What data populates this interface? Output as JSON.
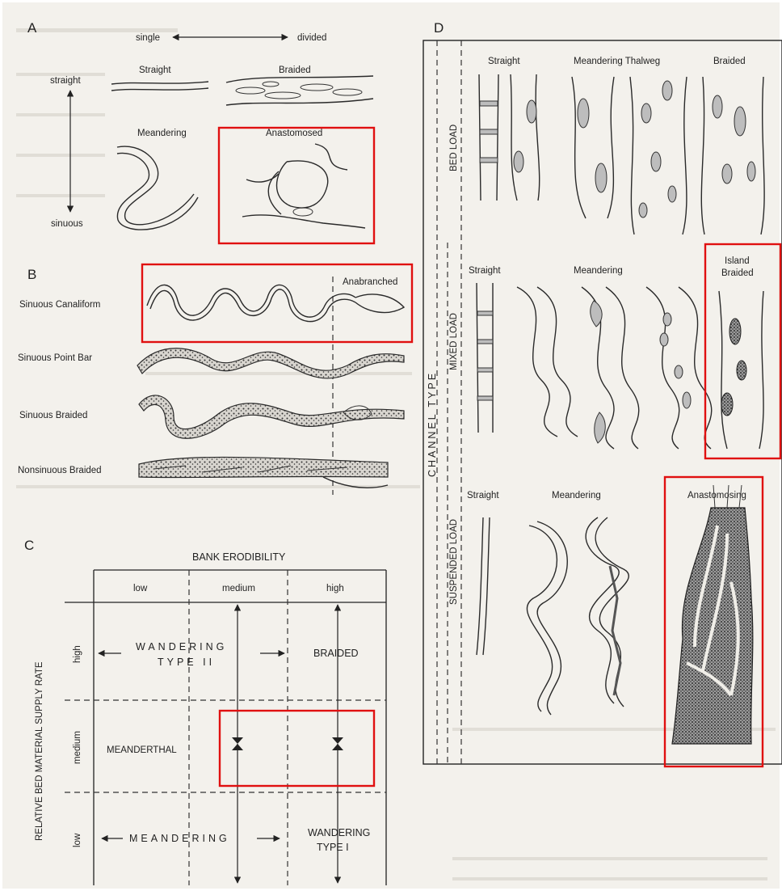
{
  "panels": {
    "a": "A",
    "b": "B",
    "c": "C",
    "d": "D"
  },
  "panel_a": {
    "axis_top_left": "single",
    "axis_top_right": "divided",
    "axis_left_top": "straight",
    "axis_left_bottom": "sinuous",
    "types": [
      "Straight",
      "Braided",
      "Meandering",
      "Anastomosed"
    ]
  },
  "panel_b": {
    "types": [
      "Sinuous Canaliform",
      "Sinuous Point Bar",
      "Sinuous Braided",
      "Nonsinuous Braided"
    ],
    "anabranched": "Anabranched"
  },
  "panel_c": {
    "title": "BANK ERODIBILITY",
    "columns": [
      "low",
      "medium",
      "high"
    ],
    "rows": [
      "high",
      "medium",
      "low"
    ],
    "ylabel": "RELATIVE BED MATERIAL SUPPLY RATE",
    "wandering_2_a": "WANDERING",
    "wandering_2_b": "TYPE II",
    "braided": "BRAIDED",
    "meanderthal": "MEANDERTHAL",
    "meandering": "MEANDERING",
    "wandering_1_a": "WANDERING",
    "wandering_1_b": "TYPE I"
  },
  "panel_d": {
    "channel_type": "CHANNEL TYPE",
    "row_labels": [
      "BED LOAD",
      "MIXED LOAD",
      "SUSPENDED LOAD"
    ],
    "bed_load_types": [
      "Straight",
      "Meandering Thalweg",
      "Braided"
    ],
    "mixed_load_types": [
      "Straight",
      "Meandering"
    ],
    "island_braided_a": "Island",
    "island_braided_b": "Braided",
    "suspended_load_types": [
      "Straight",
      "Meandering",
      "Anastomosing"
    ]
  },
  "highlight_color": "#e01010"
}
